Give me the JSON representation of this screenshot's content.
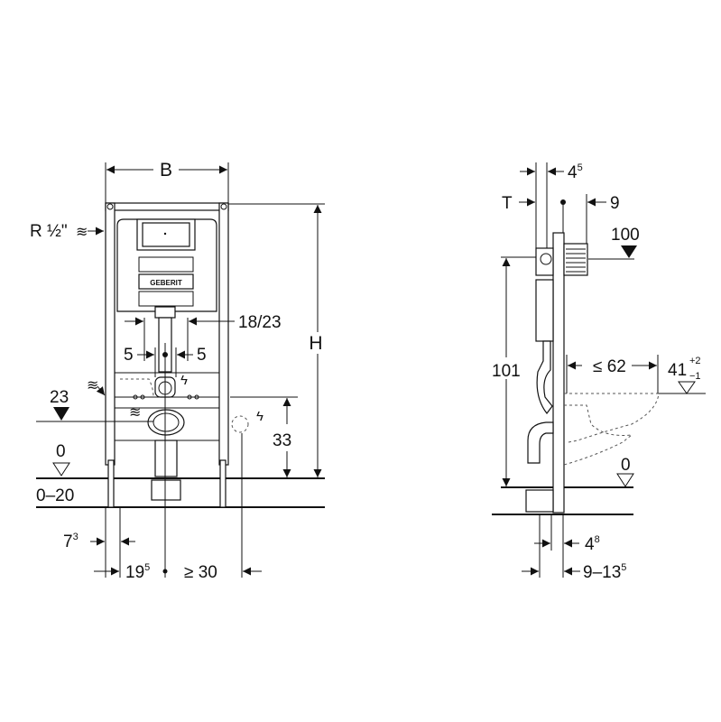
{
  "brand_logo": "GEBERIT",
  "front_view": {
    "width_label": "B",
    "height_label": "H",
    "water_inlet_label": "R ½\"",
    "flush_pipe_label": "18/23",
    "offset_left": "5",
    "offset_right": "5",
    "supply_height": "23",
    "outlet_height": "33",
    "floor_level": "0",
    "floor_range": "0–20",
    "leg_offset": "7",
    "leg_offset_sup": "3",
    "center_distance": "19",
    "center_distance_sup": "5",
    "min_side_distance": "≥ 30"
  },
  "side_view": {
    "depth_label": "T",
    "frame_depth": "4",
    "frame_depth_sup": "5",
    "plate_offset": "9",
    "plate_height": "100",
    "frame_height": "101",
    "bowl_projection": "≤ 62",
    "seat_height": "41",
    "seat_tol_plus": "+2",
    "seat_tol_minus": "−1",
    "floor_level": "0",
    "pipe_offset": "4",
    "pipe_offset_sup": "8",
    "wall_distance": "9–13",
    "wall_distance_sup": "5"
  }
}
